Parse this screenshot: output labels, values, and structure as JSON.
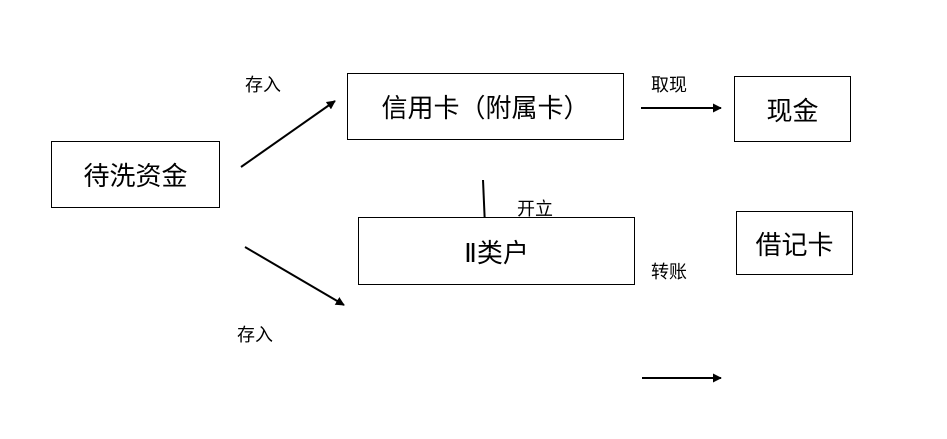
{
  "nodes": {
    "dirty_funds": "待洗资金",
    "credit_card": "信用卡（附属卡）",
    "cash": "现金",
    "class2_account": "Ⅱ类户",
    "debit_card": "借记卡"
  },
  "edge_labels": {
    "deposit_top": "存入",
    "deposit_bottom": "存入",
    "withdraw_cash": "取现",
    "open_account": "开立",
    "transfer": "转账"
  },
  "colors": {
    "line": "#000000",
    "background": "#ffffff"
  }
}
